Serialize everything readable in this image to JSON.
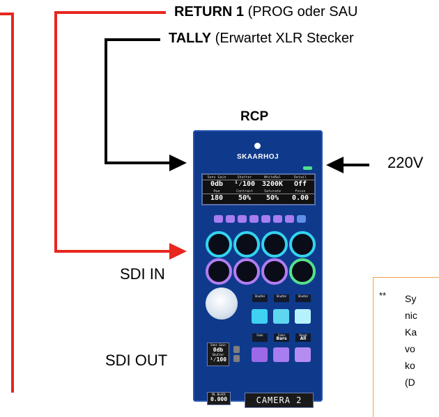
{
  "labels": {
    "return1_bold": "RETURN 1",
    "return1_rest": " (PROG oder SAU",
    "tally_bold": "TALLY",
    "tally_rest": " (Erwartet XLR Stecker",
    "rcp": "RCP",
    "power": "220V",
    "sdi_in": "SDI IN",
    "sdi_out": "SDI OUT"
  },
  "panel": {
    "brand": "SKAARHOJ",
    "lcd_top": [
      {
        "title": "Sens Gain",
        "value": "0db"
      },
      {
        "title": "Shutter",
        "value": "¹⁄100"
      },
      {
        "title": "WhiteBal",
        "value": "3200K"
      },
      {
        "title": "Detail",
        "value": "Off"
      }
    ],
    "lcd_bottom": [
      {
        "title": "Hue",
        "value": "180"
      },
      {
        "title": "Contrast",
        "value": "50%"
      },
      {
        "title": "Saturate",
        "value": "50%"
      },
      {
        "title": "Focus",
        "value": "0.00"
      }
    ],
    "mini_labels_1": [
      "Shutter",
      "Shutter",
      "Shutter"
    ],
    "mini_labels_2": [
      "Gain",
      "Color",
      "Reset"
    ],
    "mini_values_2": [
      "",
      "Bars",
      "All"
    ],
    "small_lcd_1": {
      "title": "Sens Gain",
      "value": "0db",
      "title2": "Shutter",
      "value2": "¹⁄100"
    },
    "small_lcd_2": {
      "title": "ML BLACK",
      "value": "0.000"
    },
    "camera_label": "CAMERA 2"
  },
  "note": {
    "marker": "**",
    "lines": [
      "Sy",
      "nic",
      "Ka",
      "vo",
      "ko",
      "(D"
    ]
  },
  "colors": {
    "red_wire": "#e8261e",
    "black_wire": "#000000",
    "panel_blue": "#0f3a8c",
    "note_border": "#f0a24a"
  }
}
